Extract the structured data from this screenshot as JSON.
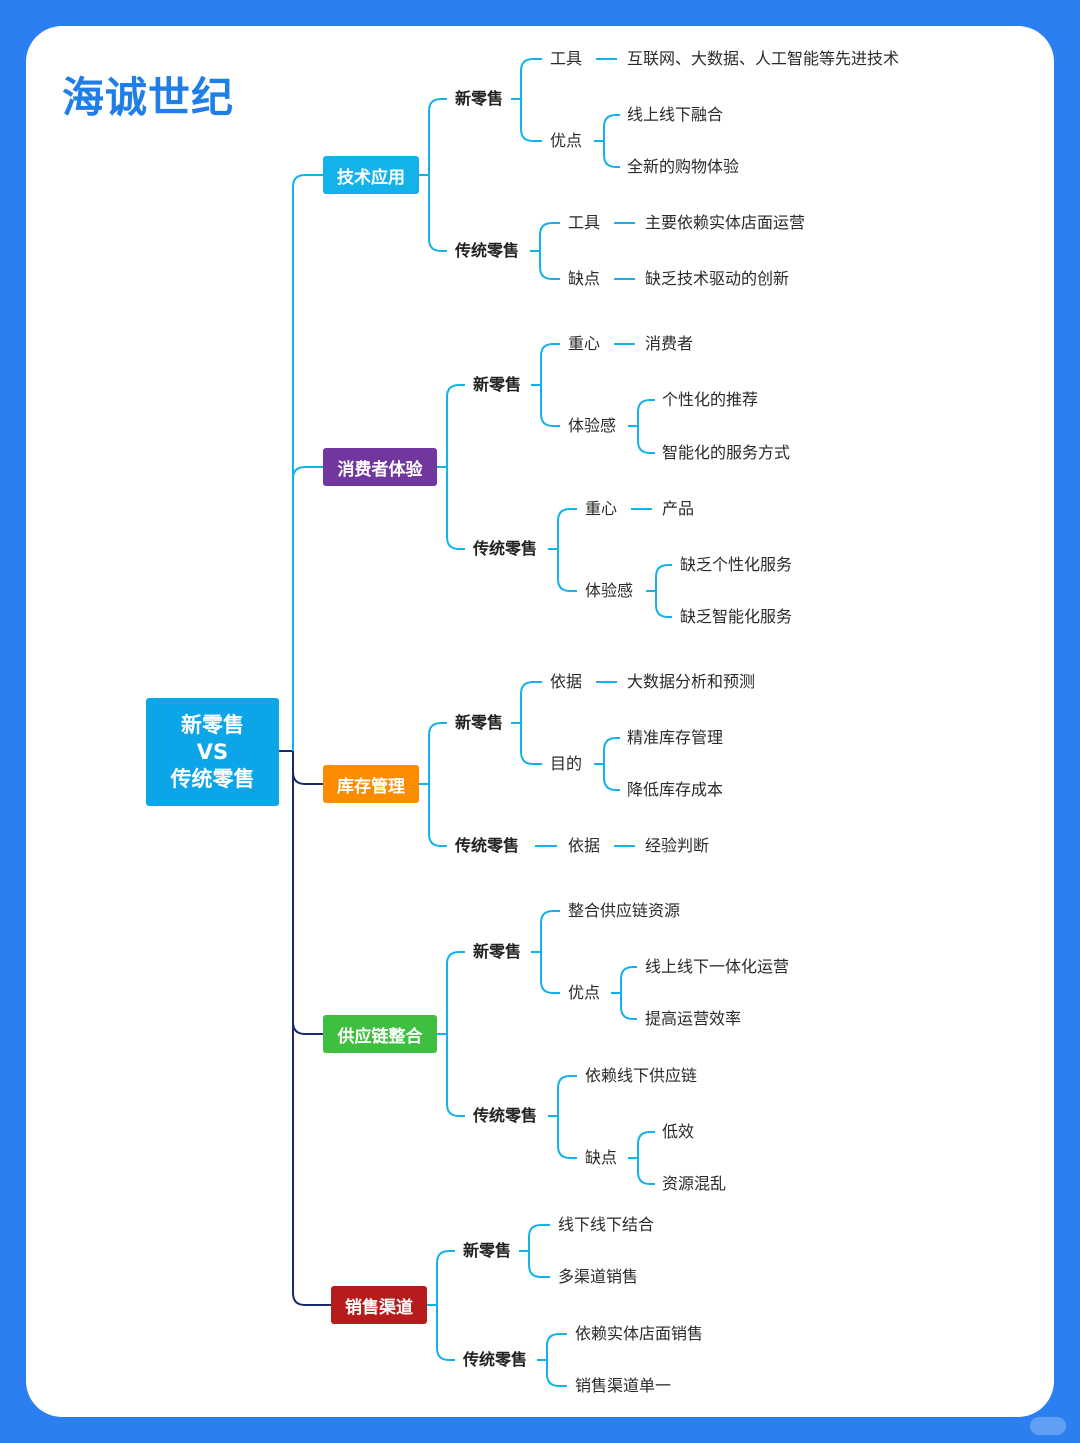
{
  "brand": "海诚世纪",
  "root": {
    "line1": "新零售",
    "line2": "VS",
    "line3": "传统零售"
  },
  "colors": {
    "background": "#2b7ff0",
    "tech": "#14b2ea",
    "consumer": "#71379e",
    "inventory": "#fb8c00",
    "supply": "#3fbf3f",
    "sales": "#b71c1c",
    "trunk": "#1b2a6b"
  },
  "branches": [
    {
      "label": "技术应用",
      "new": {
        "label": "新零售",
        "tool": {
          "label": "工具",
          "value": "互联网、大数据、人工智能等先进技术"
        },
        "adv": {
          "label": "优点",
          "items": [
            "线上线下融合",
            "全新的购物体验"
          ]
        }
      },
      "trad": {
        "label": "传统零售",
        "tool": {
          "label": "工具",
          "value": "主要依赖实体店面运营"
        },
        "dis": {
          "label": "缺点",
          "value": "缺乏技术驱动的创新"
        }
      }
    },
    {
      "label": "消费者体验",
      "new": {
        "label": "新零售",
        "focus": {
          "label": "重心",
          "value": "消费者"
        },
        "exp": {
          "label": "体验感",
          "items": [
            "个性化的推荐",
            "智能化的服务方式"
          ]
        }
      },
      "trad": {
        "label": "传统零售",
        "focus": {
          "label": "重心",
          "value": "产品"
        },
        "exp": {
          "label": "体验感",
          "items": [
            "缺乏个性化服务",
            "缺乏智能化服务"
          ]
        }
      }
    },
    {
      "label": "库存管理",
      "new": {
        "label": "新零售",
        "basis": {
          "label": "依据",
          "value": "大数据分析和预测"
        },
        "goal": {
          "label": "目的",
          "items": [
            "精准库存管理",
            "降低库存成本"
          ]
        }
      },
      "trad": {
        "label": "传统零售",
        "basis": {
          "label": "依据",
          "value": "经验判断"
        }
      }
    },
    {
      "label": "供应链整合",
      "new": {
        "label": "新零售",
        "item": "整合供应链资源",
        "adv": {
          "label": "优点",
          "items": [
            "线上线下一体化运营",
            "提高运营效率"
          ]
        }
      },
      "trad": {
        "label": "传统零售",
        "item": "依赖线下供应链",
        "dis": {
          "label": "缺点",
          "items": [
            "低效",
            "资源混乱"
          ]
        }
      }
    },
    {
      "label": "销售渠道",
      "new": {
        "label": "新零售",
        "items": [
          "线下线下结合",
          "多渠道销售"
        ]
      },
      "trad": {
        "label": "传统零售",
        "items": [
          "依赖实体店面销售",
          "销售渠道单一"
        ]
      }
    }
  ]
}
